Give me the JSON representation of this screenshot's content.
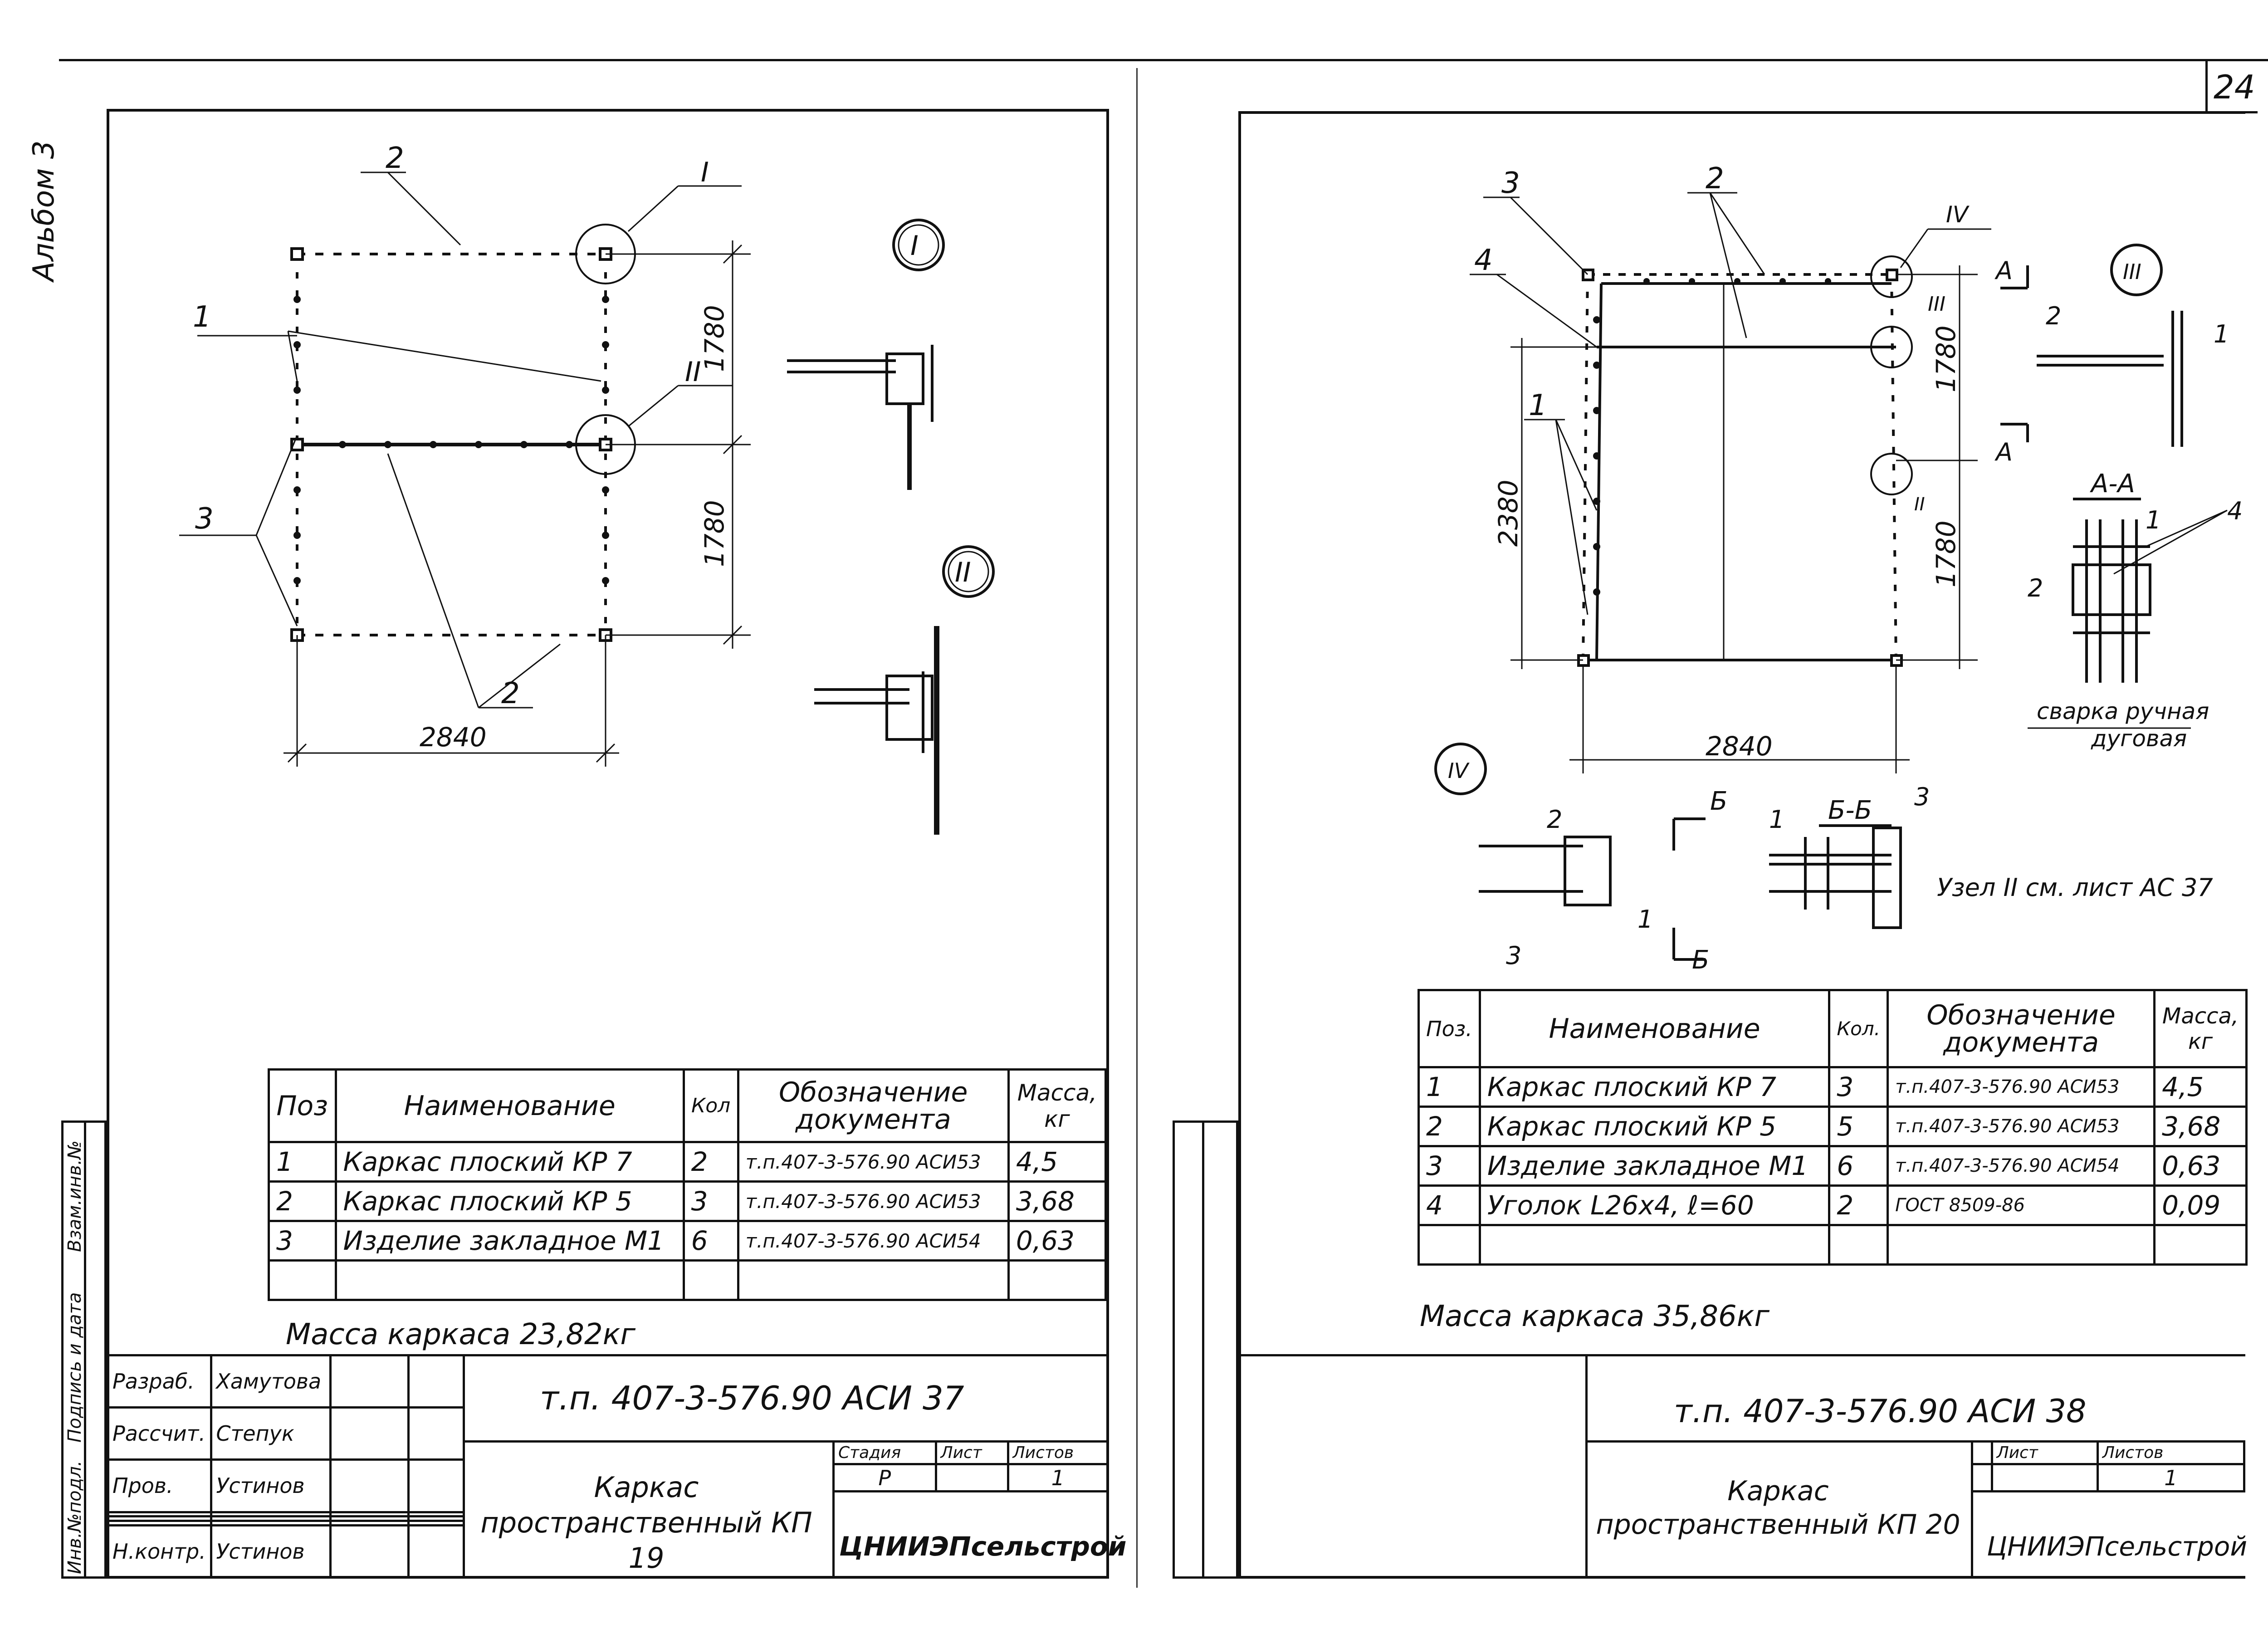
{
  "page_number": "24",
  "album_label": "Альбом 3",
  "side_labels": [
    "Инв.№подл.",
    "Подпись и дата",
    "Взам.инв.№"
  ],
  "left": {
    "callouts": {
      "pos1": "1",
      "pos2_top": "2",
      "pos2_bottom": "2",
      "pos3": "3",
      "node1": "I",
      "node2": "II"
    },
    "dims": {
      "upper": "1780",
      "lower": "1780",
      "width": "2840"
    },
    "node_marks": [
      "I",
      "II"
    ],
    "spec_header": {
      "pos": "Поз",
      "name": "Наименование",
      "qty": "Кол",
      "doc": "Обозначение документа",
      "mass": "Масса, кг"
    },
    "spec_rows": [
      {
        "pos": "1",
        "name": "Каркас плоский КР 7",
        "qty": "2",
        "doc": "т.п.407-3-576.90 АСИ53",
        "mass": "4,5"
      },
      {
        "pos": "2",
        "name": "Каркас плоский КР 5",
        "qty": "3",
        "doc": "т.п.407-3-576.90 АСИ53",
        "mass": "3,68"
      },
      {
        "pos": "3",
        "name": "Изделие закладное М1",
        "qty": "6",
        "doc": "т.п.407-3-576.90 АСИ54",
        "mass": "0,63"
      }
    ],
    "mass_note": "Масса каркаса 23,82кг",
    "stamp": {
      "roles": [
        {
          "role": "Разраб.",
          "name": "Хамутова"
        },
        {
          "role": "Рассчит.",
          "name": "Степук"
        },
        {
          "role": "Пров.",
          "name": "Устинов"
        },
        {
          "role": "Н.контр.",
          "name": "Устинов"
        }
      ],
      "code": "т.п. 407-3-576.90 АСИ 37",
      "title": "Каркас пространственный КП 19",
      "col_stage": "Стадия",
      "col_sheet": "Лист",
      "col_sheets": "Листов",
      "stage": "Р",
      "sheets": "1",
      "org": "ЦНИИЭПсельстрой"
    }
  },
  "right": {
    "callouts": {
      "pos2": "2",
      "pos3": "3",
      "pos4": "4",
      "pos1": "1",
      "node3": "III",
      "node4": "IV",
      "nodeII": "II",
      "section_a": "А",
      "section_b": "Б"
    },
    "dims": {
      "upper": "1780",
      "lower": "1780",
      "height": "2380",
      "width": "2840"
    },
    "node_marks": [
      "III",
      "IV"
    ],
    "section_aa": "А-А",
    "section_bb": "Б-Б",
    "weld_note": [
      "сварка ручная",
      "дуговая"
    ],
    "node_ref": "Узел II см. лист АС 37",
    "spec_header": {
      "pos": "Поз.",
      "name": "Наименование",
      "qty": "Кол.",
      "doc": "Обозначение документа",
      "mass": "Масса, кг"
    },
    "spec_rows": [
      {
        "pos": "1",
        "name": "Каркас плоский КР 7",
        "qty": "3",
        "doc": "т.п.407-3-576.90 АСИ53",
        "mass": "4,5"
      },
      {
        "pos": "2",
        "name": "Каркас плоский КР 5",
        "qty": "5",
        "doc": "т.п.407-3-576.90 АСИ53",
        "mass": "3,68"
      },
      {
        "pos": "3",
        "name": "Изделие закладное М1",
        "qty": "6",
        "doc": "т.п.407-3-576.90 АСИ54",
        "mass": "0,63"
      },
      {
        "pos": "4",
        "name": "Уголок L26х4, ℓ=60",
        "qty": "2",
        "doc": "ГОСТ 8509-86",
        "mass": "0,09"
      }
    ],
    "mass_note": "Масса каркаса 35,86кг",
    "stamp": {
      "code": "т.п. 407-3-576.90 АСИ 38",
      "title": "Каркас пространственный КП 20",
      "col_sheet": "Лист",
      "col_sheets": "Листов",
      "sheets": "1",
      "org": "ЦНИИЭПсельстрой"
    }
  }
}
